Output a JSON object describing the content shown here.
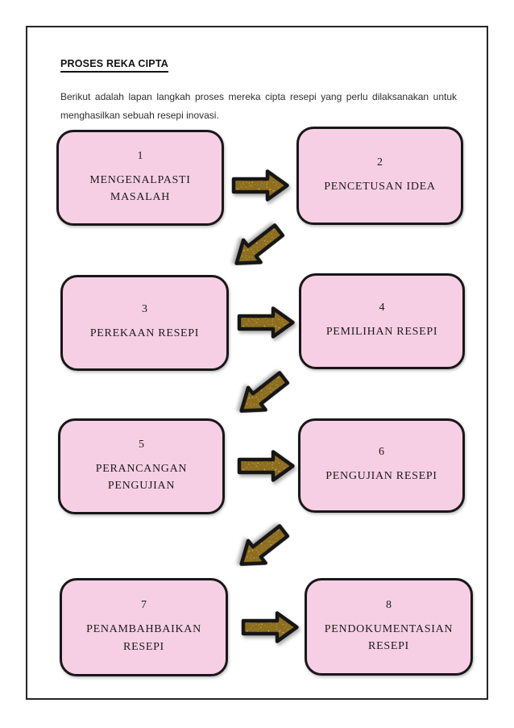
{
  "document": {
    "title": "PROSES REKA CIPTA",
    "intro_lines": [
      "Berikut adalah lapan langkah proses mereka cipta resepi yang perlu dilaksanakan untuk",
      "menghasilkan sebuah resepi inovasi."
    ]
  },
  "steps": [
    {
      "number": "1",
      "label": "MENGENALPASTI\nMASALAH"
    },
    {
      "number": "2",
      "label": "PENCETUSAN IDEA"
    },
    {
      "number": "3",
      "label": "PEREKAAN RESEPI"
    },
    {
      "number": "4",
      "label": "PEMILIHAN RESEPI"
    },
    {
      "number": "5",
      "label": "PERANCANGAN\nPENGUJIAN"
    },
    {
      "number": "6",
      "label": "PENGUJIAN RESEPI"
    },
    {
      "number": "7",
      "label": "PENAMBAHBAIKAN\nRESEPI"
    },
    {
      "number": "8",
      "label": "PENDOKUMENTASIAN\nRESEPI"
    }
  ],
  "connections": [
    {
      "from": "1",
      "to": "2",
      "direction": "right"
    },
    {
      "from": "2",
      "to": "3",
      "direction": "down-left"
    },
    {
      "from": "3",
      "to": "4",
      "direction": "right"
    },
    {
      "from": "4",
      "to": "5",
      "direction": "down-left"
    },
    {
      "from": "5",
      "to": "6",
      "direction": "right"
    },
    {
      "from": "6",
      "to": "7",
      "direction": "down-left"
    },
    {
      "from": "7",
      "to": "8",
      "direction": "right"
    }
  ],
  "colors": {
    "box_fill": "#f7cfe4",
    "box_border": "#181818",
    "arrow_gold": "#8d6d1e",
    "page_border": "#262626",
    "background": "#ffffff"
  }
}
